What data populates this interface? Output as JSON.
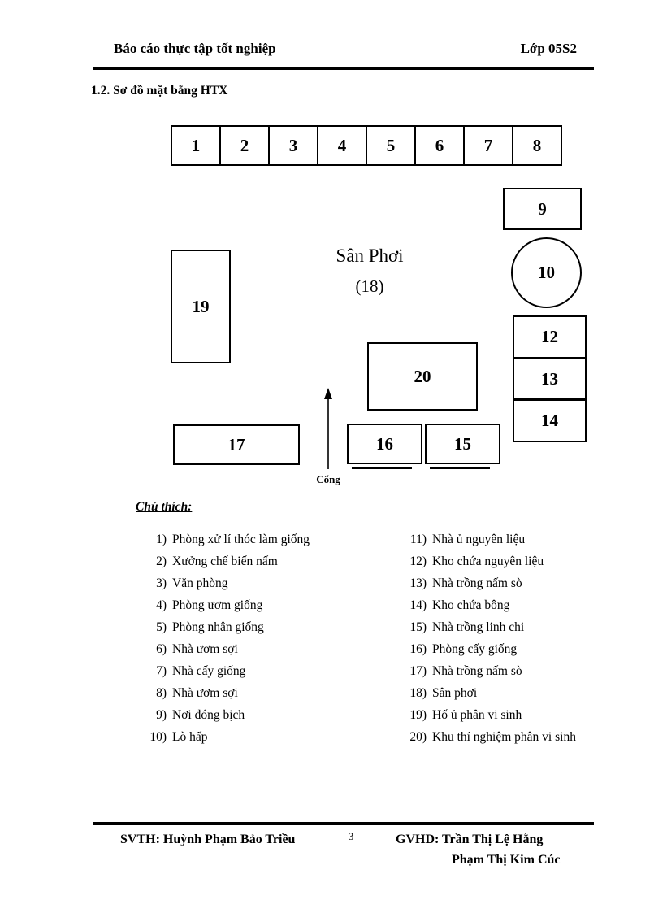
{
  "header": {
    "left": "Báo cáo thực tập tốt nghiệp",
    "right": "Lớp 05S2"
  },
  "section_title": "1.2. Sơ đồ mặt bằng HTX",
  "diagram": {
    "top_row_cells": [
      "1",
      "2",
      "3",
      "4",
      "5",
      "6",
      "7",
      "8"
    ],
    "labels": {
      "b9": "9",
      "b10": "10",
      "b12": "12",
      "b13": "13",
      "b14": "14",
      "b15": "15",
      "b16": "16",
      "b17": "17",
      "b19": "19",
      "b20": "20"
    },
    "sun_yard_name": "Sân Phơi",
    "sun_yard_number": "(18)",
    "gate_label": "Cổng"
  },
  "legend": {
    "title": "Chú thích:",
    "left_items": [
      {
        "num": "1)",
        "text": "Phòng xử lí thóc làm giống"
      },
      {
        "num": "2)",
        "text": "Xưởng chế biến nấm"
      },
      {
        "num": "3)",
        "text": "Văn phòng"
      },
      {
        "num": "4)",
        "text": "Phòng ươm giống"
      },
      {
        "num": "5)",
        "text": "Phòng nhân giống"
      },
      {
        "num": "6)",
        "text": "Nhà ươm sợi"
      },
      {
        "num": "7)",
        "text": "Nhà cấy giống"
      },
      {
        "num": "8)",
        "text": "Nhà ươm sợi"
      },
      {
        "num": "9)",
        "text": "Nơi đóng bịch"
      },
      {
        "num": "10)",
        "text": "Lò hấp"
      }
    ],
    "right_items": [
      {
        "num": "11)",
        "text": "Nhà ủ nguyên liệu"
      },
      {
        "num": "12)",
        "text": "Kho chứa nguyên liệu"
      },
      {
        "num": "13)",
        "text": "Nhà trồng nấm sò"
      },
      {
        "num": "14)",
        "text": "Kho chứa bông"
      },
      {
        "num": "15)",
        "text": "Nhà trồng linh chi"
      },
      {
        "num": "16)",
        "text": "Phòng cấy giống"
      },
      {
        "num": "17)",
        "text": "Nhà trồng nấm sò"
      },
      {
        "num": "18)",
        "text": "Sân phơi"
      },
      {
        "num": "19)",
        "text": "Hố ủ phân vi sinh"
      },
      {
        "num": "20)",
        "text": "Khu thí nghiệm phân vi sinh"
      }
    ]
  },
  "footer": {
    "svth": "SVTH: Huỳnh Phạm Bảo Triều",
    "page_number": "3",
    "gvhd": "GVHD: Trần Thị Lệ Hằng",
    "gvhd2": "Phạm Thị Kim Cúc"
  }
}
